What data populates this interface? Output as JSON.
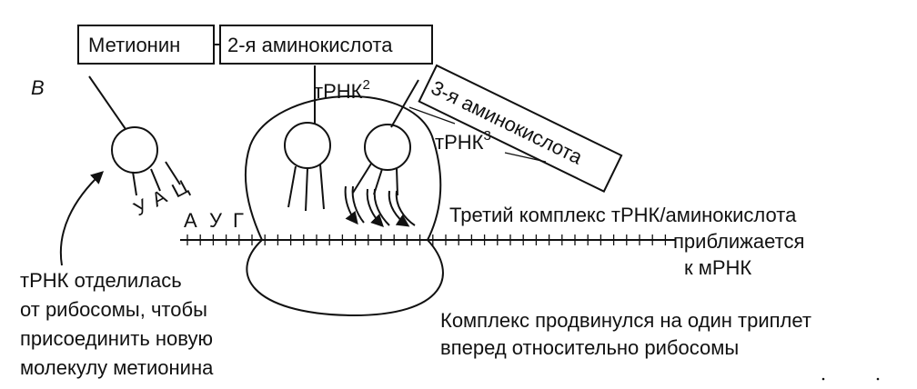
{
  "panel_letter": "В",
  "boxes": {
    "methionine": "Метионин",
    "amino2": "2-я аминокислота",
    "amino3": "3-я аминокислота"
  },
  "trna": {
    "t2_base": "тРНК",
    "t2_sup": "2",
    "t3_base": "тРНК",
    "t3_sup": "3"
  },
  "codons": {
    "anticodon": [
      "У",
      "А",
      "Ц"
    ],
    "mrna_start": [
      "А",
      "У",
      "Г"
    ]
  },
  "captions": {
    "third_complex": [
      "Третий комплекс тРНК/аминокислота",
      "приближается",
      "к мРНК"
    ],
    "left_note": [
      "тРНК отделилась",
      "от рибосомы, чтобы",
      "присоединить новую",
      "молекулу метионина"
    ],
    "moved": [
      "Комплекс продвинулся на один триплет",
      "вперед относительно рибосомы"
    ]
  }
}
